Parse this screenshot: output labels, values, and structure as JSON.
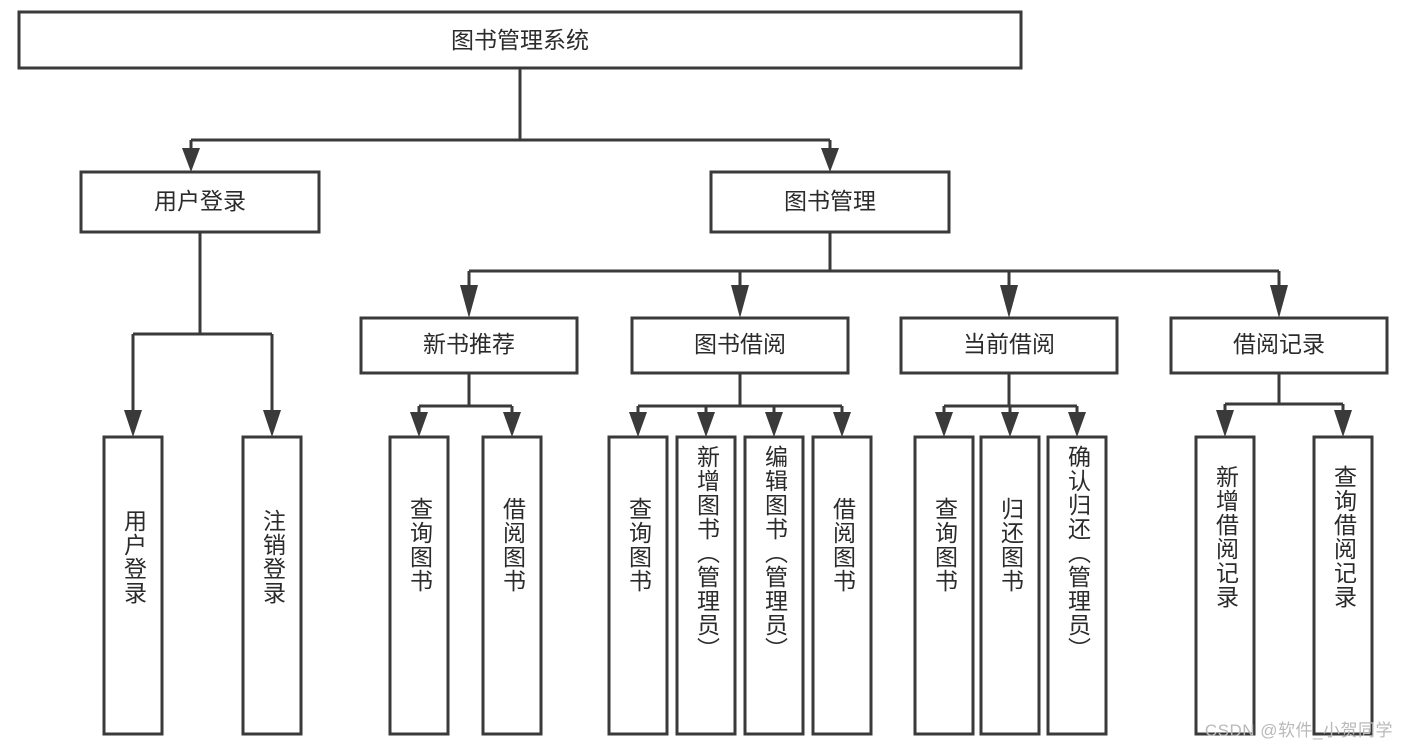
{
  "diagram": {
    "type": "hierarchy-tree",
    "title": "图书管理系统",
    "watermark": "CSDN @软件_小贺同学",
    "colors": {
      "stroke": "#3a3a3a",
      "fill": "#ffffff",
      "text": "#2b2b2b",
      "watermark": "#b9b9b9"
    },
    "root": {
      "label": "图书管理系统"
    },
    "level1": [
      {
        "label": "用户登录"
      },
      {
        "label": "图书管理"
      }
    ],
    "level2": [
      {
        "label": "新书推荐"
      },
      {
        "label": "图书借阅"
      },
      {
        "label": "当前借阅"
      },
      {
        "label": "借阅记录"
      }
    ],
    "leaves": {
      "user_login": [
        {
          "label": "用户登录"
        },
        {
          "label": "注销登录"
        }
      ],
      "new_book_recommend": [
        {
          "label": "查询图书"
        },
        {
          "label": "借阅图书"
        }
      ],
      "book_borrow": [
        {
          "label": "查询图书"
        },
        {
          "label": "新增图书（管理员）"
        },
        {
          "label": "编辑图书（管理员）"
        },
        {
          "label": "借阅图书"
        }
      ],
      "current_borrow": [
        {
          "label": "查询图书"
        },
        {
          "label": "归还图书"
        },
        {
          "label": "确认归还（管理员）"
        }
      ],
      "borrow_record": [
        {
          "label": "新增借阅记录"
        },
        {
          "label": "查询借阅记录"
        }
      ]
    }
  }
}
